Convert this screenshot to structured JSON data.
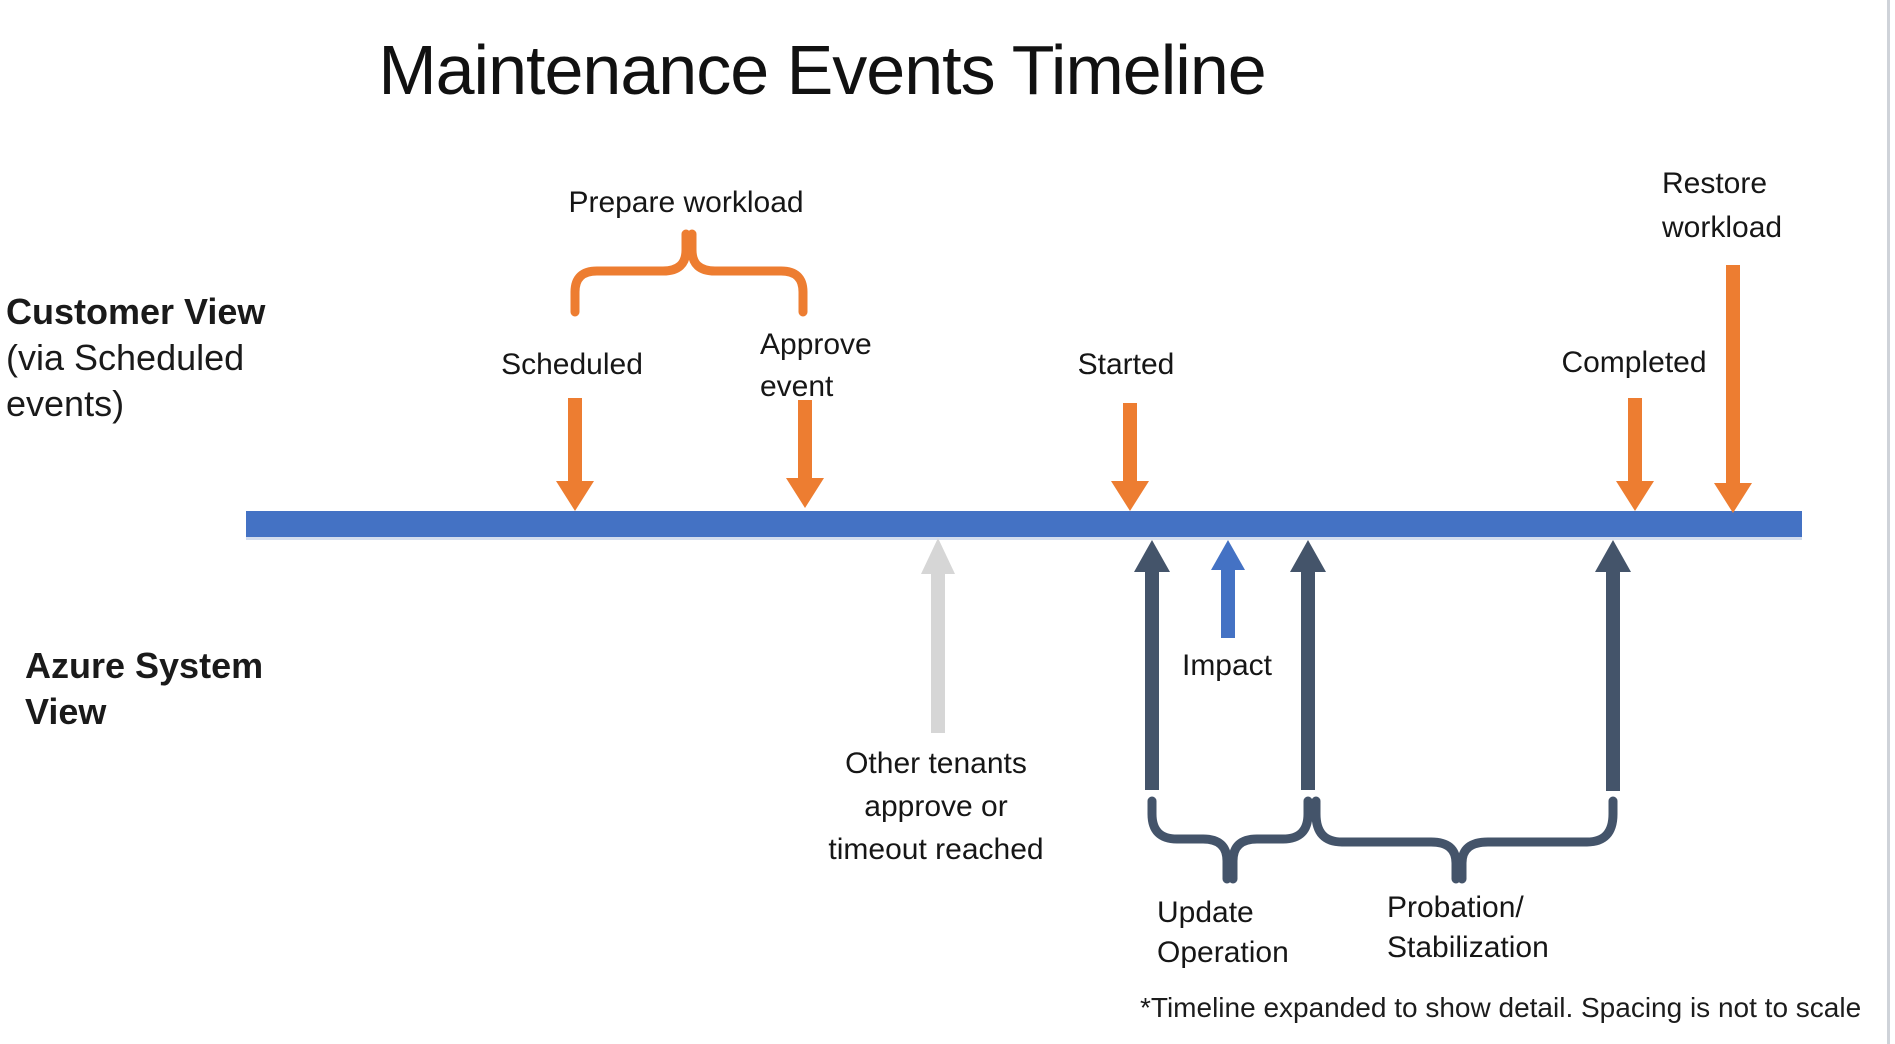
{
  "title": "Maintenance Events Timeline",
  "footnote": "*Timeline expanded to show detail. Spacing is not to scale",
  "lanes": {
    "customer": {
      "heading": "Customer View",
      "subline1": "(via Scheduled",
      "subline2": "events)"
    },
    "azure": {
      "line1": "Azure System",
      "line2": "View"
    }
  },
  "customer_events": {
    "prepare_workload": {
      "label": "Prepare workload"
    },
    "scheduled": {
      "label": "Scheduled"
    },
    "approve_event": {
      "line1": "Approve",
      "line2": "event"
    },
    "started": {
      "label": "Started"
    },
    "completed": {
      "label": "Completed"
    },
    "restore_workload": {
      "line1": "Restore",
      "line2": "workload"
    }
  },
  "system_events": {
    "other_tenants": {
      "line1": "Other tenants",
      "line2": "approve or",
      "line3": "timeout reached"
    },
    "impact": {
      "label": "Impact"
    },
    "update_operation": {
      "line1": "Update",
      "line2": "Operation"
    },
    "probation_stabilization": {
      "line1": "Probation/",
      "line2": "Stabilization"
    }
  },
  "icons": {
    "scheduled_arrow": "down-arrow",
    "approve_event_arrow": "down-arrow",
    "started_arrow": "down-arrow",
    "completed_arrow": "down-arrow",
    "restore_workload_arrow": "down-arrow",
    "other_tenants_arrow": "up-arrow",
    "impact_arrow": "up-arrow",
    "update_operation_start_arrow": "up-arrow",
    "update_operation_end_arrow": "up-arrow",
    "probation_end_arrow": "up-arrow",
    "prepare_workload_brace": "curly-brace-over",
    "update_operation_brace": "curly-brace-under",
    "probation_brace": "curly-brace-under"
  },
  "colors": {
    "orange": "#ED7D31",
    "timeline_blue": "#4472C4",
    "impact_blue": "#4472C4",
    "navy": "#44546A",
    "gray_arrow": "#D6D6D6",
    "edge_line": "#CFD3D9",
    "text": "#1A1A1A"
  }
}
